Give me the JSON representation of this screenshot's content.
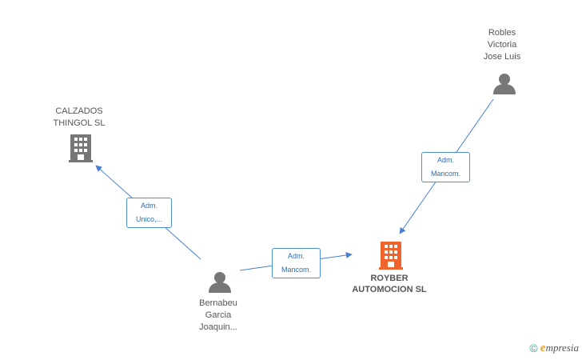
{
  "colors": {
    "edge": "#4a7fd4",
    "person_icon": "#777777",
    "company_icon": "#777777",
    "main_company_icon": "#f0632d"
  },
  "nodes": {
    "calzados": {
      "icon": "building-icon",
      "lines": [
        "CALZADOS",
        "THINGOL  SL"
      ]
    },
    "robles": {
      "icon": "person-icon",
      "lines": [
        "Robles",
        "Victoria",
        "Jose Luis"
      ]
    },
    "royber": {
      "icon": "building-icon",
      "lines": [
        "ROYBER",
        "AUTOMOCION SL"
      ]
    },
    "bernabeu": {
      "icon": "person-icon",
      "lines": [
        "Bernabeu",
        "Garcia",
        "Joaquin..."
      ]
    }
  },
  "edges": {
    "bernabeu_calzados": {
      "lines": [
        "Adm.",
        "Unico,..."
      ]
    },
    "robles_royber": {
      "lines": [
        "Adm.",
        "Mancom."
      ]
    },
    "bernabeu_royber": {
      "lines": [
        "Adm.",
        "Mancom."
      ]
    }
  },
  "watermark": {
    "copyright": "©",
    "brand_initial": "e",
    "brand_rest": "mpresia"
  }
}
